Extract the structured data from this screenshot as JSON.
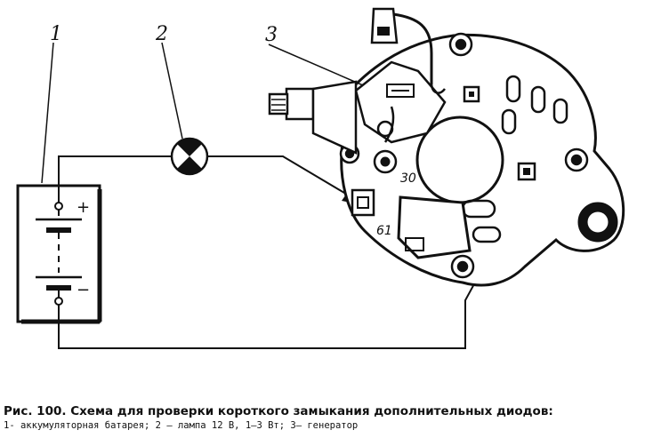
{
  "diagram": {
    "callouts": [
      "1",
      "2",
      "3"
    ],
    "battery_plus": "+",
    "battery_minus": "−",
    "terminal_30": "30",
    "terminal_61": "61"
  },
  "caption": {
    "title": "Рис. 100. Схема для проверки короткого замыкания дополнительных диодов:",
    "legend": "1- аккумуляторная батарея; 2 — лампа 12 В, 1—3 Вт; 3— генератор"
  }
}
